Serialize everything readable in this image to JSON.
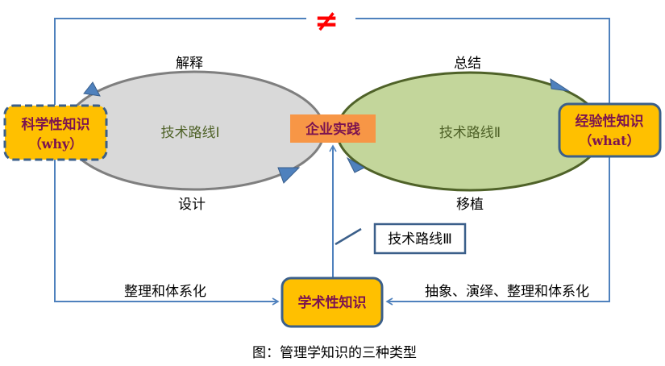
{
  "not_equal": "≠",
  "route1": {
    "center": "技术路线Ⅰ",
    "top": "解释",
    "bottom": "设计"
  },
  "route2": {
    "center": "技术路线Ⅱ",
    "top": "总结",
    "bottom": "移植"
  },
  "route3": {
    "label": "技术路线Ⅲ"
  },
  "boxes": {
    "science": {
      "line1": "科学性知识",
      "line2": "（why）"
    },
    "experience": {
      "line1": "经验性知识",
      "line2": "（what）"
    },
    "practice": "企业实践",
    "academic": "学术性知识"
  },
  "edges": {
    "left": "整理和体系化",
    "right": "抽象、演绎、整理和体系化"
  },
  "caption": "图：管理学知识的三种类型",
  "colors": {
    "line": "#4f81bd",
    "box": "#ffc000",
    "box_text": "#7b1350",
    "practice": "#f79646",
    "ellipse1": "#d9d9d9",
    "ellipse2": "#c3d69b",
    "neq": "#ff0000"
  }
}
